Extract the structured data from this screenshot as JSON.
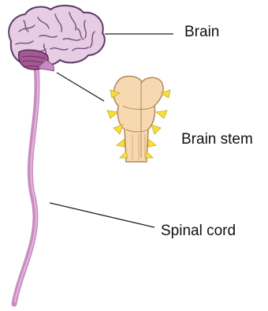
{
  "labels": {
    "brain": "Brain",
    "brain_stem": "Brain stem",
    "spinal_cord": "Spinal cord"
  },
  "colors": {
    "brain_fill": "#e6cde3",
    "brain_outline": "#5b3a63",
    "cerebellum": "#a35a93",
    "spinal_cord": "#c98cc2",
    "brainstem_fill": "#f6d9b0",
    "brainstem_outline": "#b4865c",
    "nerves": "#f7df3a",
    "leader_lines": "#222222"
  },
  "icons": {
    "brain": "brain-illustration",
    "brain_stem": "brainstem-illustration",
    "spinal_cord": "spinal-cord-illustration"
  }
}
